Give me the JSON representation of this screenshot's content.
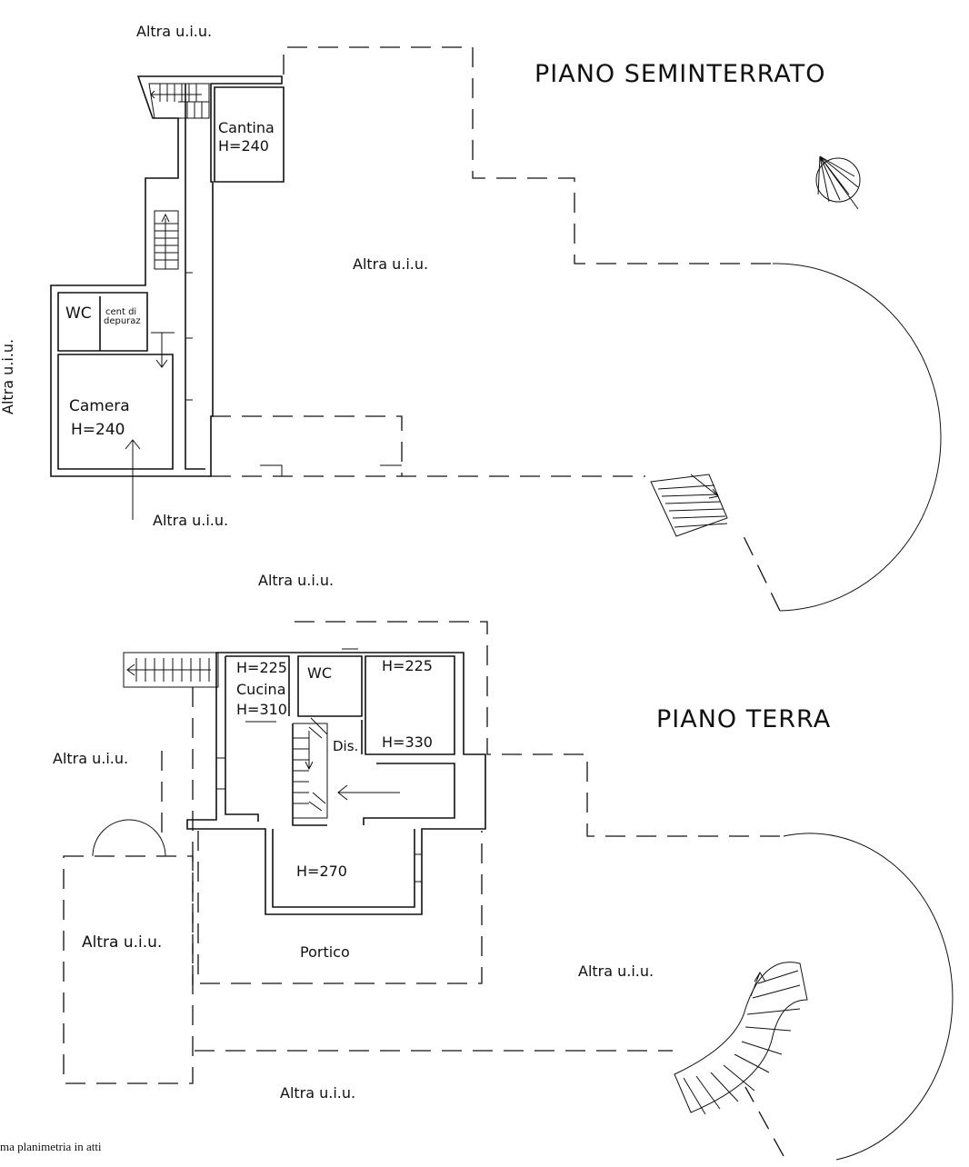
{
  "basement": {
    "title": "PIANO SEMINTERRATO",
    "labels": {
      "top": "Altra u.i.u.",
      "left_vertical": "Altra u.i.u.",
      "center": "Altra u.i.u.",
      "bottom": "Altra u.i.u."
    },
    "rooms": {
      "cantina_name": "Cantina",
      "cantina_height": "H=240",
      "wc": "WC",
      "depur_line1": "cent di",
      "depur_line2": "depuraz",
      "camera_name": "Camera",
      "camera_height": "H=240"
    }
  },
  "ground": {
    "title": "PIANO TERRA",
    "labels": {
      "top": "Altra u.i.u.",
      "left": "Altra u.i.u.",
      "box": "Altra u.i.u.",
      "right": "Altra u.i.u.",
      "bottom": "Altra u.i.u."
    },
    "rooms": {
      "kitchen_h1": "H=225",
      "kitchen_name": "Cucina",
      "kitchen_h2": "H=310",
      "wc": "WC",
      "room_h1": "H=225",
      "room_h2": "H=330",
      "dis": "Dis.",
      "main_height": "H=270",
      "portico": "Portico"
    }
  },
  "footer": "ma planimetria in atti"
}
